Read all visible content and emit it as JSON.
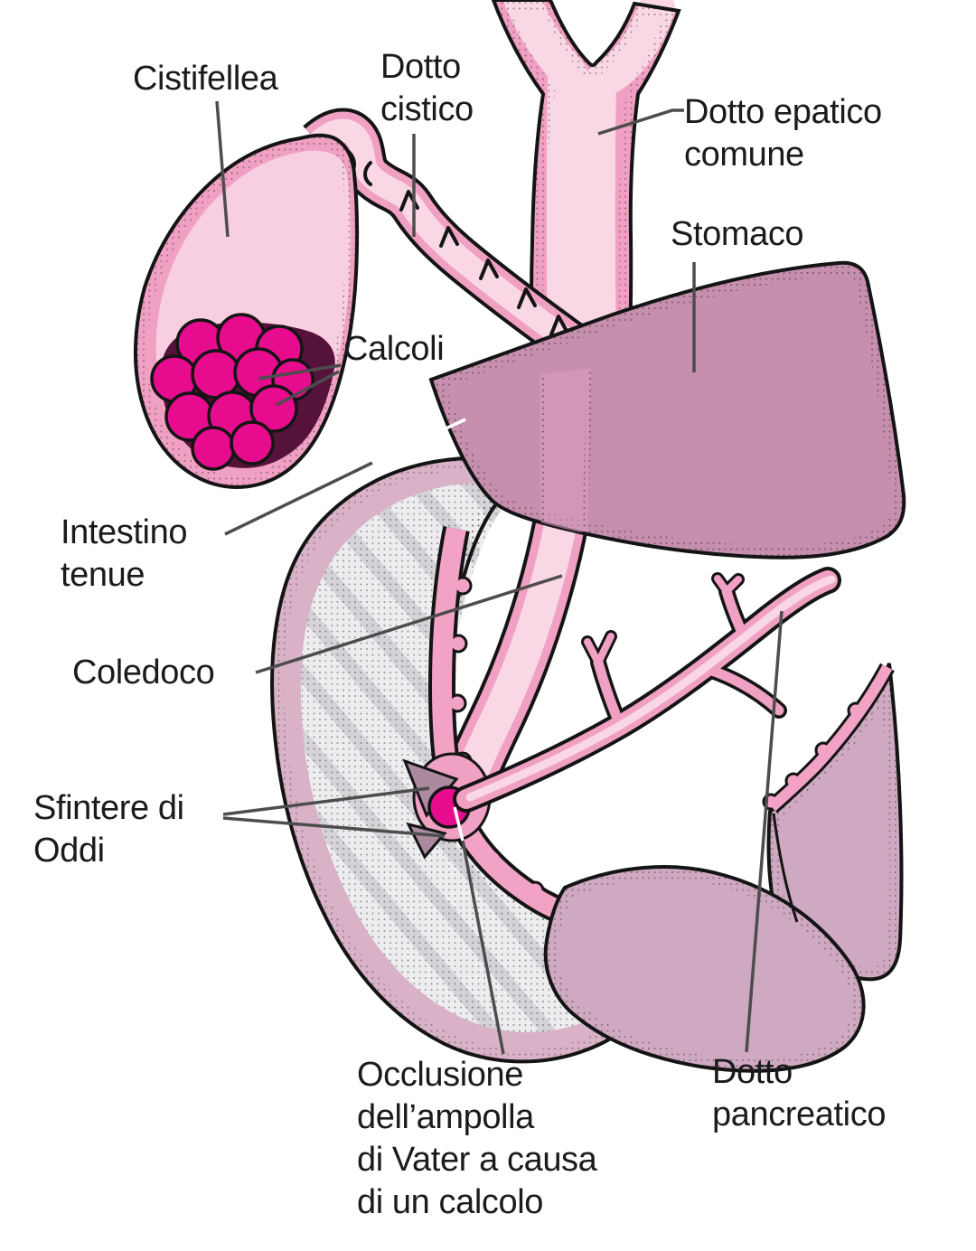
{
  "figure": {
    "title": "Calcoli biliari - diagramma anatomico",
    "labels": {
      "cistifellea": {
        "text": "Cistifellea"
      },
      "dotto_cistico": {
        "text": "Dotto\ncistico"
      },
      "dotto_epatico_comune": {
        "text": "Dotto epatico\ncomune"
      },
      "stomaco": {
        "text": "Stomaco"
      },
      "calcoli": {
        "text": "Calcoli"
      },
      "intestino_tenue": {
        "text": "Intestino\ntenue"
      },
      "coledoco": {
        "text": "Coledoco"
      },
      "sfintere_di_oddi": {
        "text": "Sfintere di\nOddi"
      },
      "occlusione": {
        "text": "Occlusione\ndell’ampolla\ndi Vater a causa\ndi un calcolo"
      },
      "dotto_pancreatico": {
        "text": "Dotto\npancreatico"
      }
    },
    "colors": {
      "outline": "#141414",
      "duct_wall": "#f0a0c2",
      "duct_inner": "#f9d7e5",
      "gallbladder_inner": "#f7cfe0",
      "stomach": "#c68fae",
      "stomach_duct_overlay": "#dc9cbe",
      "duodenum_wall": "#d9b2c7",
      "duodenum_inner": "#ededef",
      "duodenum_hatch": "#d5d3d8",
      "lining": "#f2a3c5",
      "pancreas": "#cfa9c1",
      "stone": "#e60c8d",
      "stone_gap": "#55123a",
      "label_text": "#1b1b1b",
      "leader": "#4d4d4d"
    }
  }
}
